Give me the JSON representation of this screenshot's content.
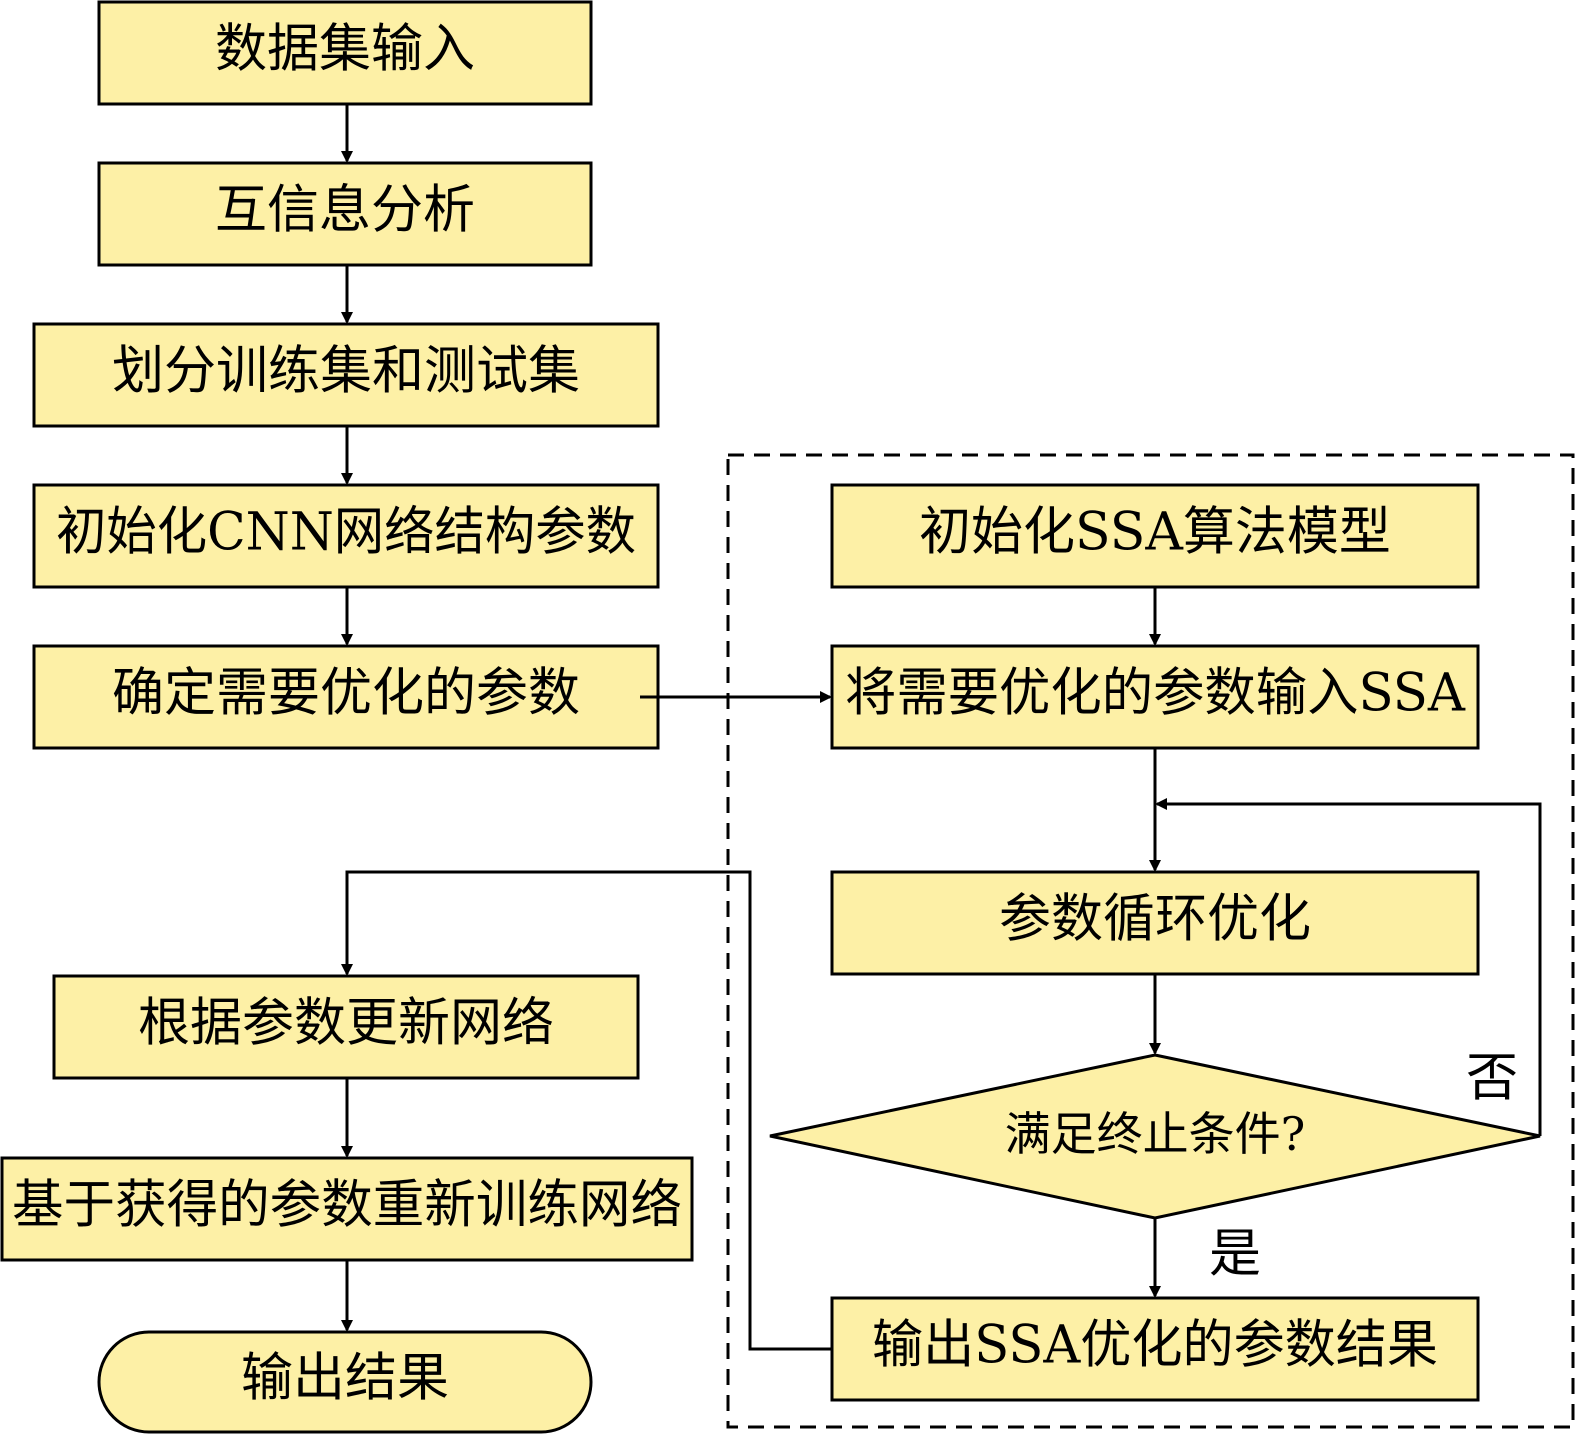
{
  "flowchart": {
    "left": {
      "dataset_input": "数据集输入",
      "mutual_info": "互信息分析",
      "split": "划分训练集和测试集",
      "init_cnn": "初始化CNN网络结构参数",
      "determine_params": "确定需要优化的参数",
      "update_network": "根据参数更新网络",
      "retrain": "基于获得的参数重新训练网络",
      "output_result": "输出结果"
    },
    "right": {
      "init_ssa": "初始化SSA算法模型",
      "input_ssa": "将需要优化的参数输入SSA",
      "loop_optimize": "参数循环优化",
      "condition": "满足终止条件?",
      "output_ssa": "输出SSA优化的参数结果"
    },
    "labels": {
      "no": "否",
      "yes": "是"
    }
  }
}
